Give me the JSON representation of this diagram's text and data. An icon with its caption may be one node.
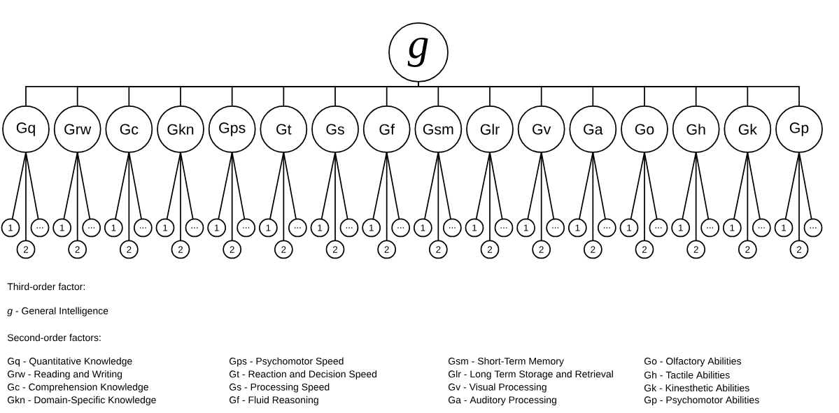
{
  "diagram": {
    "nodes": [
      {
        "text": [
          "g"
        ]
      },
      {
        "text": [
          "Gq"
        ]
      },
      {
        "text": [
          "Grw"
        ]
      },
      {
        "text": [
          "Gc"
        ]
      },
      {
        "text": [
          "Gkn"
        ]
      },
      {
        "text": [
          "Gps"
        ]
      },
      {
        "text": [
          "Gt"
        ]
      },
      {
        "text": [
          "Gs"
        ]
      },
      {
        "text": [
          "Gf"
        ]
      },
      {
        "text": [
          "Gsm"
        ]
      },
      {
        "text": [
          "Glr"
        ]
      },
      {
        "text": [
          "Gv"
        ]
      },
      {
        "text": [
          "Ga"
        ]
      },
      {
        "text": [
          "Go"
        ]
      },
      {
        "text": [
          "Gh"
        ]
      },
      {
        "text": [
          "Gk"
        ]
      },
      {
        "text": [
          "Gp"
        ]
      },
      {
        "text": [
          "1"
        ]
      },
      {
        "text": [
          "2"
        ]
      },
      {
        "text": [
          "..."
        ]
      },
      {
        "text": [
          "1"
        ]
      },
      {
        "text": [
          "2"
        ]
      },
      {
        "text": [
          "..."
        ]
      },
      {
        "text": [
          "1"
        ]
      },
      {
        "text": [
          "2"
        ]
      },
      {
        "text": [
          "..."
        ]
      },
      {
        "text": [
          "1"
        ]
      },
      {
        "text": [
          "2"
        ]
      },
      {
        "text": [
          "..."
        ]
      },
      {
        "text": [
          "1"
        ]
      },
      {
        "text": [
          "2"
        ]
      },
      {
        "text": [
          "..."
        ]
      },
      {
        "text": [
          "1"
        ]
      },
      {
        "text": [
          "2"
        ]
      },
      {
        "text": [
          "..."
        ]
      },
      {
        "text": [
          "1"
        ]
      },
      {
        "text": [
          "2"
        ]
      },
      {
        "text": [
          "..."
        ]
      },
      {
        "text": [
          "1"
        ]
      },
      {
        "text": [
          "2"
        ]
      },
      {
        "text": [
          "..."
        ]
      },
      {
        "text": [
          "1"
        ]
      },
      {
        "text": [
          "2"
        ]
      },
      {
        "text": [
          "..."
        ]
      },
      {
        "text": [
          "1"
        ]
      },
      {
        "text": [
          "2"
        ]
      },
      {
        "text": [
          "..."
        ]
      },
      {
        "text": [
          "1"
        ]
      },
      {
        "text": [
          "2"
        ]
      },
      {
        "text": [
          "..."
        ]
      },
      {
        "text": [
          "1"
        ]
      },
      {
        "text": [
          "2"
        ]
      },
      {
        "text": [
          "..."
        ]
      },
      {
        "text": [
          "1"
        ]
      },
      {
        "text": [
          "2"
        ]
      },
      {
        "text": [
          "..."
        ]
      },
      {
        "text": [
          "1"
        ]
      },
      {
        "text": [
          "2"
        ]
      },
      {
        "text": [
          "..."
        ]
      },
      {
        "text": [
          "1"
        ]
      },
      {
        "text": [
          "2"
        ]
      },
      {
        "text": [
          "..."
        ]
      },
      {
        "text": [
          "1"
        ]
      },
      {
        "text": [
          "2"
        ]
      },
      {
        "text": [
          "..."
        ]
      }
    ],
    "edges": [
      {
        "from": 0,
        "to": 1,
        "arrow": "none"
      },
      {
        "from": 0,
        "to": 2,
        "arrow": "none"
      },
      {
        "from": 0,
        "to": 3,
        "arrow": "none"
      },
      {
        "from": 0,
        "to": 4,
        "arrow": "none"
      },
      {
        "from": 0,
        "to": 5,
        "arrow": "none"
      },
      {
        "from": 0,
        "to": 6,
        "arrow": "none"
      },
      {
        "from": 0,
        "to": 7,
        "arrow": "none"
      },
      {
        "from": 0,
        "to": 8,
        "arrow": "none"
      },
      {
        "from": 0,
        "to": 9,
        "arrow": "none"
      },
      {
        "from": 0,
        "to": 10,
        "arrow": "none"
      },
      {
        "from": 0,
        "to": 11,
        "arrow": "none"
      },
      {
        "from": 0,
        "to": 12,
        "arrow": "none"
      },
      {
        "from": 0,
        "to": 13,
        "arrow": "none"
      },
      {
        "from": 0,
        "to": 14,
        "arrow": "none"
      },
      {
        "from": 0,
        "to": 15,
        "arrow": "none"
      },
      {
        "from": 0,
        "to": 16,
        "arrow": "none"
      },
      {
        "from": 1,
        "to": 17,
        "arrow": "none"
      },
      {
        "from": 1,
        "to": 18,
        "arrow": "none"
      },
      {
        "from": 1,
        "to": 19,
        "arrow": "none"
      },
      {
        "from": 2,
        "to": 20,
        "arrow": "none"
      },
      {
        "from": 2,
        "to": 21,
        "arrow": "none"
      },
      {
        "from": 2,
        "to": 22,
        "arrow": "none"
      },
      {
        "from": 3,
        "to": 23,
        "arrow": "none"
      },
      {
        "from": 3,
        "to": 24,
        "arrow": "none"
      },
      {
        "from": 3,
        "to": 25,
        "arrow": "none"
      },
      {
        "from": 4,
        "to": 26,
        "arrow": "none"
      },
      {
        "from": 4,
        "to": 27,
        "arrow": "none"
      },
      {
        "from": 4,
        "to": 28,
        "arrow": "none"
      },
      {
        "from": 5,
        "to": 29,
        "arrow": "none"
      },
      {
        "from": 5,
        "to": 30,
        "arrow": "none"
      },
      {
        "from": 5,
        "to": 31,
        "arrow": "none"
      },
      {
        "from": 6,
        "to": 32,
        "arrow": "none"
      },
      {
        "from": 6,
        "to": 33,
        "arrow": "none"
      },
      {
        "from": 6,
        "to": 34,
        "arrow": "none"
      },
      {
        "from": 7,
        "to": 35,
        "arrow": "none"
      },
      {
        "from": 7,
        "to": 36,
        "arrow": "none"
      },
      {
        "from": 7,
        "to": 37,
        "arrow": "none"
      },
      {
        "from": 8,
        "to": 38,
        "arrow": "none"
      },
      {
        "from": 8,
        "to": 39,
        "arrow": "none"
      },
      {
        "from": 8,
        "to": 40,
        "arrow": "none"
      },
      {
        "from": 9,
        "to": 41,
        "arrow": "none"
      },
      {
        "from": 9,
        "to": 42,
        "arrow": "none"
      },
      {
        "from": 9,
        "to": 43,
        "arrow": "none"
      },
      {
        "from": 10,
        "to": 44,
        "arrow": "none"
      },
      {
        "from": 10,
        "to": 45,
        "arrow": "none"
      },
      {
        "from": 10,
        "to": 46,
        "arrow": "none"
      },
      {
        "from": 11,
        "to": 47,
        "arrow": "none"
      },
      {
        "from": 11,
        "to": 48,
        "arrow": "none"
      },
      {
        "from": 11,
        "to": 49,
        "arrow": "none"
      },
      {
        "from": 12,
        "to": 50,
        "arrow": "none"
      },
      {
        "from": 12,
        "to": 51,
        "arrow": "none"
      },
      {
        "from": 12,
        "to": 52,
        "arrow": "none"
      },
      {
        "from": 13,
        "to": 53,
        "arrow": "none"
      },
      {
        "from": 13,
        "to": 54,
        "arrow": "none"
      },
      {
        "from": 13,
        "to": 55,
        "arrow": "none"
      },
      {
        "from": 14,
        "to": 56,
        "arrow": "none"
      },
      {
        "from": 14,
        "to": 57,
        "arrow": "none"
      },
      {
        "from": 14,
        "to": 58,
        "arrow": "none"
      },
      {
        "from": 15,
        "to": 59,
        "arrow": "none"
      },
      {
        "from": 15,
        "to": 60,
        "arrow": "none"
      },
      {
        "from": 15,
        "to": 61,
        "arrow": "none"
      },
      {
        "from": 16,
        "to": 62,
        "arrow": "none"
      },
      {
        "from": 16,
        "to": 63,
        "arrow": "none"
      },
      {
        "from": 16,
        "to": 64,
        "arrow": "none"
      }
    ],
    "labels": [
      "Third-order factor:",
      "*g* - General Intelligence",
      "Second-order factors:",
      "Gq - Quantitative Knowledge",
      "Grw - Reading and Writing",
      "Gc - Comprehension Knowledge",
      "Gkn - Domain-Specific Knowledge",
      "Gps - Psychomotor Speed",
      "Gt - Reaction and Decision Speed",
      "Gs - Processing Speed",
      "Gf - Fluid Reasoning",
      "Gsm - Short-Term Memory",
      "Glr - Long Term Storage and Retrieval",
      "Gv - Visual Processing",
      "Ga - Auditory Processing",
      "Go - Olfactory Abilities",
      "Gh - Tactile Abilities",
      "Gk - Kinesthetic Abilities",
      "Gp - Psychomotor Abilities"
    ]
  }
}
